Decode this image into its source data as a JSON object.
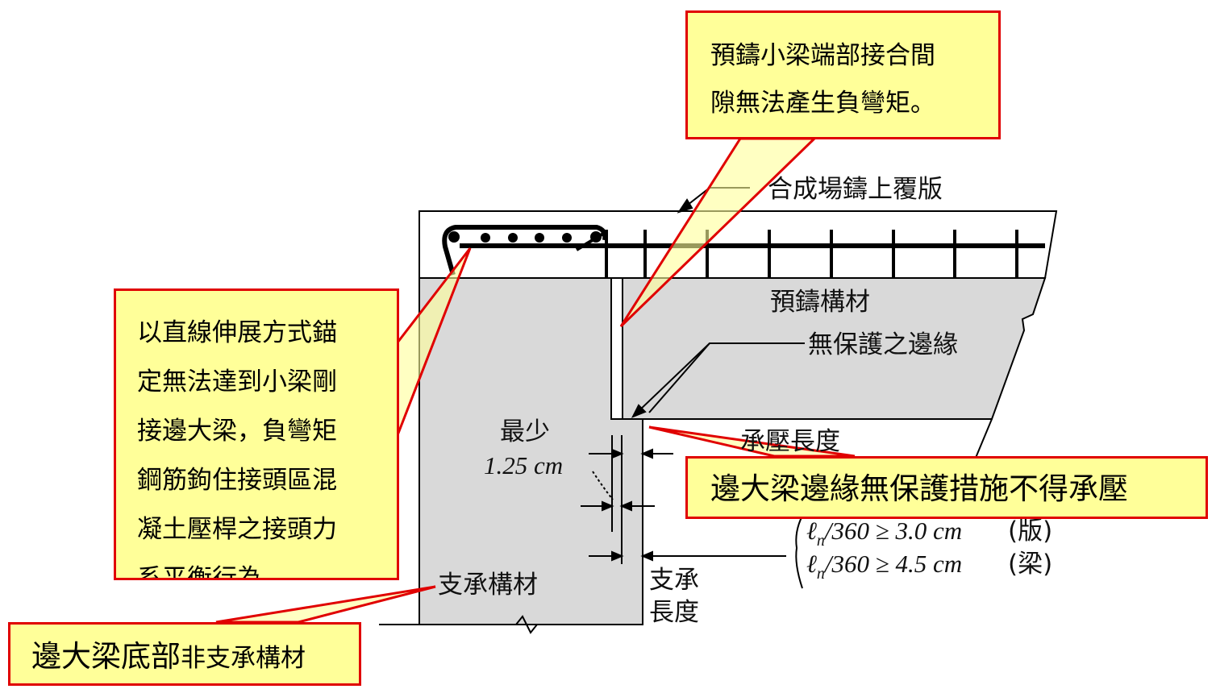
{
  "diagram": {
    "labels": {
      "topping_slab": "合成場鑄上覆版",
      "precast_member": "預鑄構材",
      "unprotected_edge": "無保護之邊緣",
      "minimum": "最少",
      "min_clearance": "1.25 cm",
      "bearing_length_top": "承壓長度",
      "formula_slab_expr": "/360 ≥ 3.0 cm",
      "formula_slab_unit": "(版)",
      "formula_beam_expr": "/360 ≥ 4.5 cm",
      "formula_beam_unit": "(梁)",
      "formula_symbol": "ℓ",
      "formula_subscript": "n",
      "supporting_member": "支承構材",
      "bearing_length_line1": "支承",
      "bearing_length_line2": "長度"
    }
  },
  "callouts": {
    "top": {
      "lines": [
        "預鑄小梁端部接合間",
        "隙無法產生負彎矩。"
      ]
    },
    "left": {
      "lines": [
        "以直線伸展方式錨",
        "定無法達到小梁剛",
        "接邊大梁，負彎矩",
        "鋼筋鉤住接頭區混",
        "凝土壓桿之接頭力",
        "系平衡行為"
      ]
    },
    "right": {
      "text": "邊大梁邊緣無保護措施不得承壓"
    },
    "bottom": {
      "text_large": "邊大梁底部",
      "text_small": "非支承構材"
    }
  },
  "colors": {
    "callout_fill": "#ffff99",
    "callout_border": "#e00000",
    "member_fill": "#d9d9d9",
    "line": "#000000"
  }
}
